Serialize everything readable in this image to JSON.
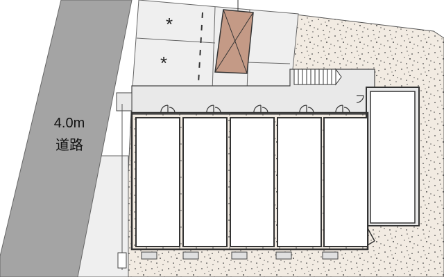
{
  "road": {
    "width_label": "4.0m",
    "name": "道路"
  },
  "parking": {
    "space_marker": "*",
    "space_count": 2
  },
  "units": {
    "count": 5
  },
  "colors": {
    "road": "#a4a4a4",
    "gravel": "#f2ebe2",
    "gravel_dots": "#4a4a4a",
    "corridor": "#e9e9e9",
    "unit_fill": "#ffffff",
    "wall": "#333333",
    "neighbor": "#efefef",
    "bike_shed": "#c49a86",
    "stair_bg": "#ffffff"
  },
  "icons": {
    "door": "door-swing-icon",
    "stairs": "stairs-icon",
    "storage": "cross-box-icon"
  }
}
